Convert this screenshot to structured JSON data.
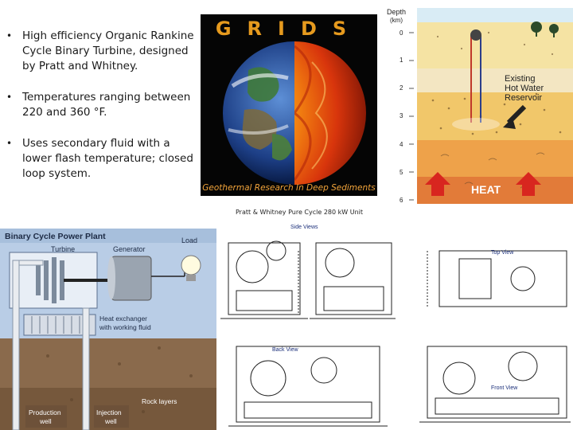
{
  "bullets": [
    "High efficiency Organic Rankine Cycle Binary Turbine, designed by Pratt and Whitney.",
    "Temperatures ranging between 220 and 360 °F.",
    "Uses secondary fluid with a lower flash temperature; closed loop system."
  ],
  "grids": {
    "title": "GRIDS",
    "subtitle": "Geothermal Research In Deep Sediments"
  },
  "depth_diagram": {
    "axis_title_1": "Depth",
    "axis_title_2": "(km)",
    "ticks": [
      "0",
      "1",
      "2",
      "3",
      "4",
      "5",
      "6"
    ],
    "reservoir_label_1": "Existing",
    "reservoir_label_2": "Hot Water",
    "reservoir_label_3": "Reservoir",
    "heat_label": "HEAT"
  },
  "caption": "Pratt & Whitney Pure Cycle 280 kW Unit",
  "plant": {
    "title": "Binary Cycle Power Plant",
    "load": "Load",
    "turbine": "Turbine",
    "generator": "Generator",
    "heat_exchanger_1": "Heat exchanger",
    "heat_exchanger_2": "with working fluid",
    "rock_layers": "Rock layers",
    "production_1": "Production",
    "production_2": "well",
    "injection_1": "Injection",
    "injection_2": "well"
  },
  "drawings": {
    "side_views": "Side Views",
    "top_view": "Top View",
    "back_view": "Back View",
    "front_view": "Front View"
  },
  "colors": {
    "grids_orange": "#e69a1e",
    "heat_red": "#d8261f",
    "plant_sky": "#b9cde6",
    "ground_brown": "#8a6a4c"
  }
}
